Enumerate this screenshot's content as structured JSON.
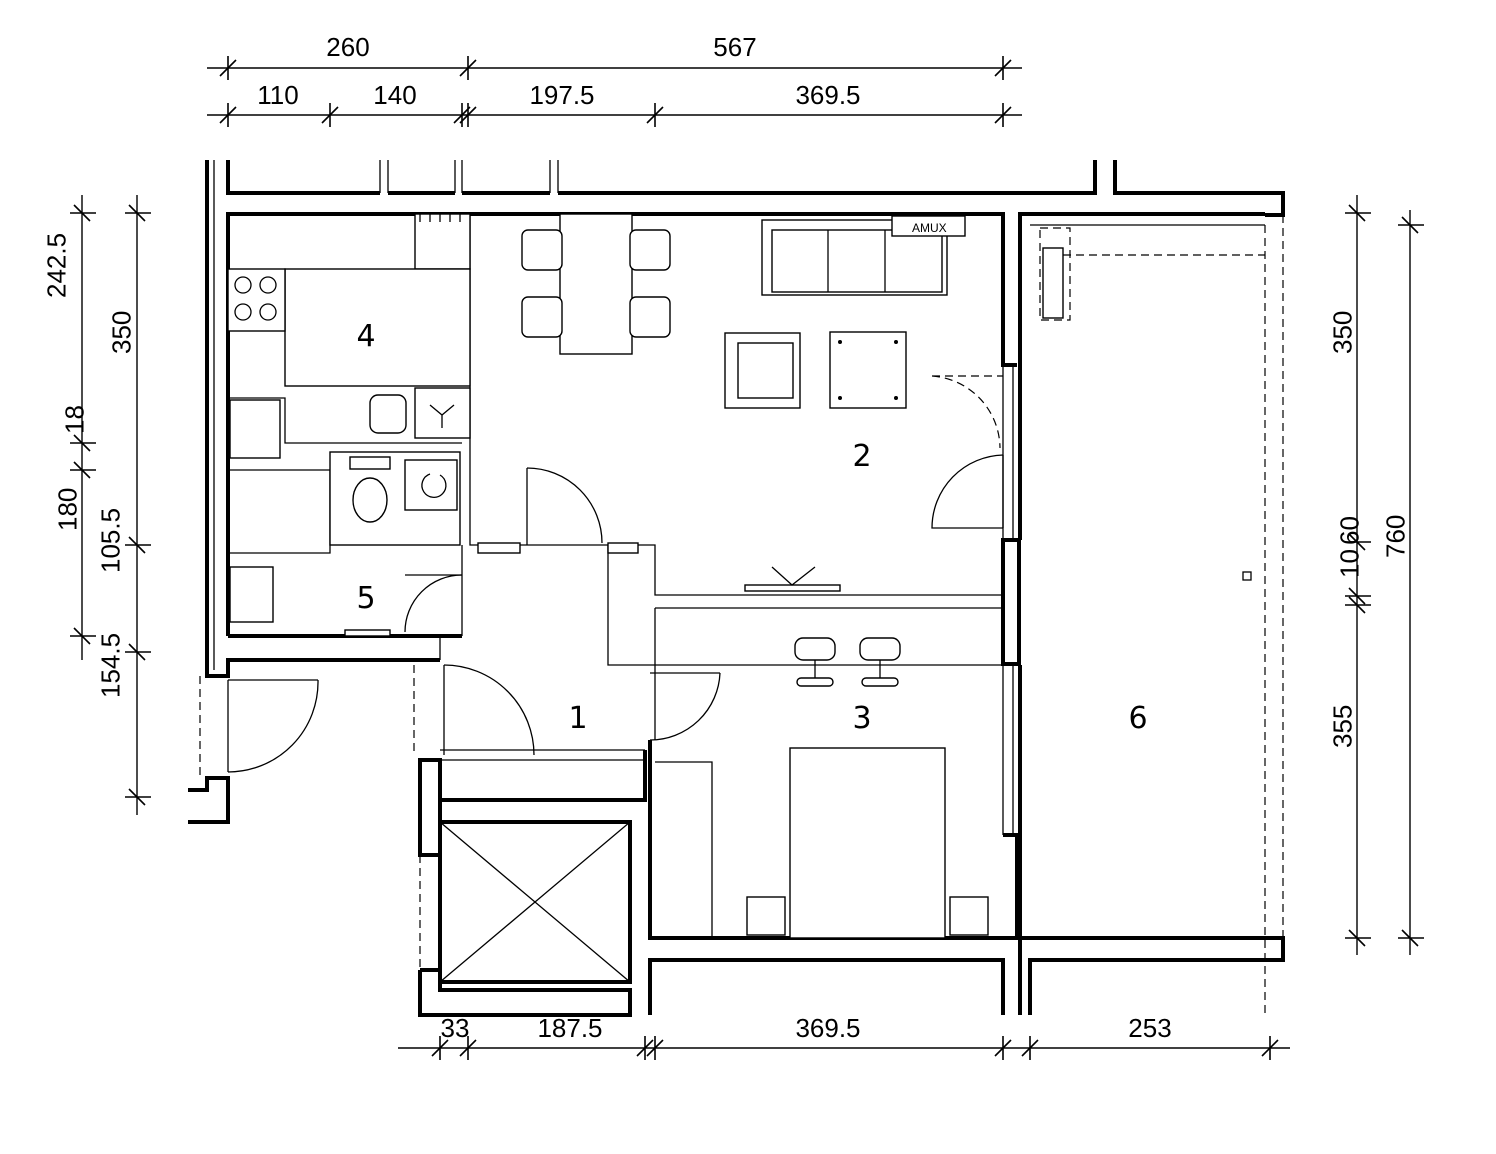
{
  "title": "Apartment floor plan",
  "dimensions": {
    "top_overall": [
      "260",
      "567"
    ],
    "top_detail": [
      "110",
      "140",
      "197.5",
      "369.5"
    ],
    "left_outer": [
      "242.5",
      "18",
      "180"
    ],
    "left_inner": [
      "350",
      "105.5",
      "154.5"
    ],
    "right_inner": [
      "350",
      "10",
      "60",
      "355"
    ],
    "right_outer": [
      "760"
    ],
    "bottom": [
      "33",
      "187.5",
      "369.5",
      "253"
    ]
  },
  "rooms": [
    {
      "number": "1"
    },
    {
      "number": "2"
    },
    {
      "number": "3"
    },
    {
      "number": "4"
    },
    {
      "number": "5"
    },
    {
      "number": "6"
    }
  ],
  "labels": {
    "tv_unit": "AMUX"
  }
}
